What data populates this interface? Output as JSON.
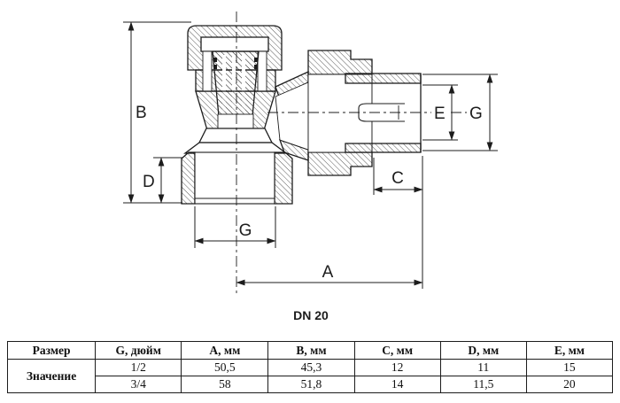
{
  "drawing": {
    "caption": "DN 20",
    "dim_labels": {
      "b": "B",
      "d": "D",
      "g_bottom": "G",
      "a": "A",
      "c": "C",
      "e": "E",
      "g_right": "G"
    },
    "colors": {
      "line": "#1c1c1c",
      "hatch": "#333333",
      "background": "#ffffff"
    }
  },
  "table": {
    "col_headers": [
      "Размер",
      "G, дюйм",
      "A, мм",
      "B, мм",
      "C, мм",
      "D, мм",
      "E, мм"
    ],
    "row_label": "Значение",
    "rows": [
      [
        "1/2",
        "50,5",
        "45,3",
        "12",
        "11",
        "15"
      ],
      [
        "3/4",
        "58",
        "51,8",
        "14",
        "11,5",
        "20"
      ]
    ]
  }
}
